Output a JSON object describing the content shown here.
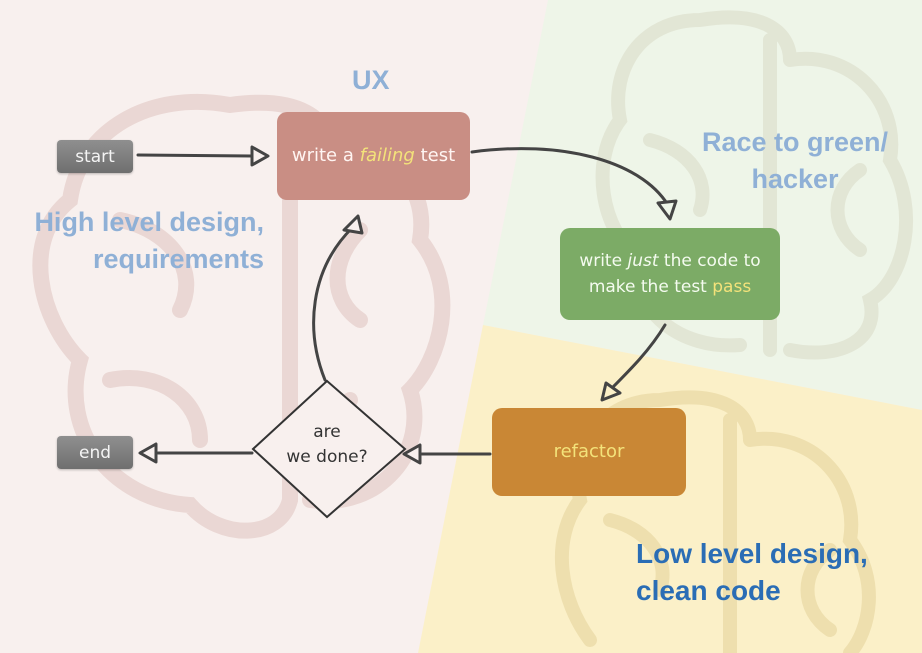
{
  "labels": {
    "ux": "UX",
    "high_level": [
      "High level design,",
      "requirements"
    ],
    "race": [
      "Race to green/",
      "hacker"
    ],
    "low_level": [
      "Low level design,",
      "clean code"
    ]
  },
  "nodes": {
    "start": "start",
    "end": "end",
    "write_test": {
      "pre": "write a",
      "emph": "failing",
      "post": "test"
    },
    "write_code": {
      "line1_pre": "write",
      "line1_emph": "just",
      "line1_post": "the code to",
      "line2_pre": "make the test",
      "line2_emph": "pass"
    },
    "refactor": "refactor",
    "decision": [
      "are",
      "we done?"
    ]
  },
  "colors": {
    "region_pink": "#f8f0ee",
    "region_green": "#eef5e8",
    "region_yellow": "#fbf0c8",
    "red_box": "#c98e84",
    "green_box": "#7cab66",
    "orange_box": "#c98735",
    "label_light_blue": "#8fb0d6",
    "label_dark_blue": "#2a6db5",
    "highlight_text": "#f3e27a"
  }
}
